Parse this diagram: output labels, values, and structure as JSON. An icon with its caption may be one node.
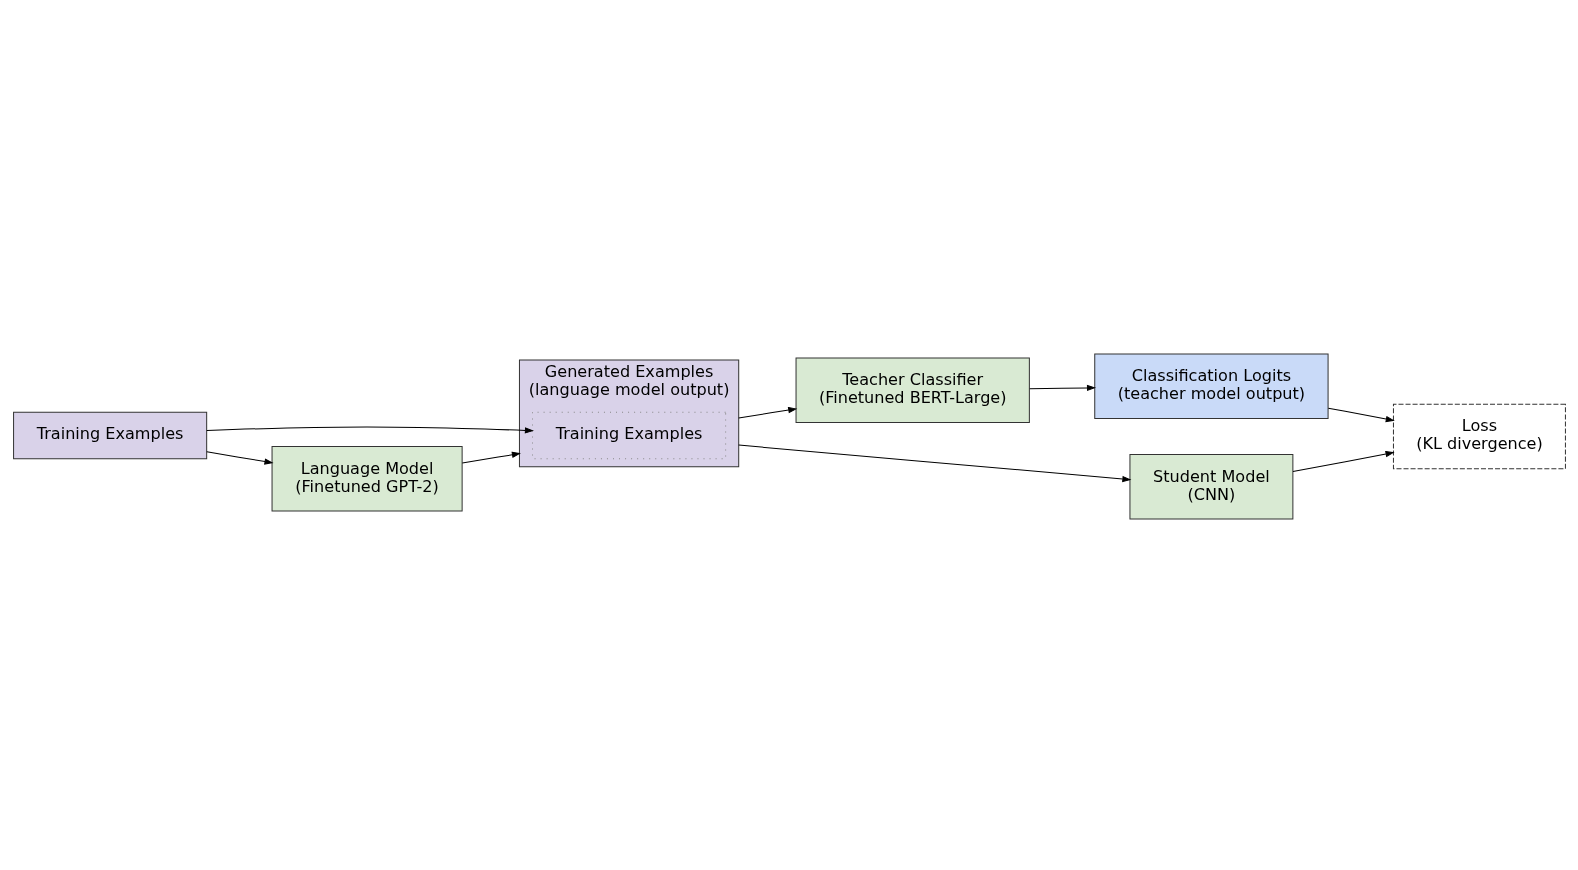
{
  "diagram": {
    "nodes": [
      {
        "text": [
          "Teacher Classifier",
          "(Finetuned BERT-Large)"
        ]
      },
      {
        "text": [
          "Classification Logits",
          "(teacher model output)"
        ]
      },
      {
        "text": [
          "Loss",
          "(KL divergence)"
        ]
      },
      {
        "text": [
          "Student Model",
          "(CNN)"
        ]
      },
      {
        "text": [
          "Generated Examples",
          "(language model output)"
        ]
      },
      {
        "text": [
          "Training Examples"
        ],
        "in": 4
      },
      {
        "text": [
          "Language Model",
          "(Finetuned GPT-2)"
        ]
      },
      {
        "text": [
          "Training Examples"
        ]
      }
    ],
    "edges": [
      {
        "from": 0,
        "to": 1,
        "arrow": "to"
      },
      {
        "from": 1,
        "to": 2,
        "arrow": "to"
      },
      {
        "from": 3,
        "to": 2,
        "arrow": "to"
      },
      {
        "from": 4,
        "to": 0,
        "arrow": "to"
      },
      {
        "from": 4,
        "to": 3,
        "arrow": "to"
      },
      {
        "from": 6,
        "to": 4,
        "arrow": "to"
      },
      {
        "from": 7,
        "to": 6,
        "arrow": "to"
      },
      {
        "from": 7,
        "to": 5,
        "arrow": "to"
      }
    ]
  }
}
